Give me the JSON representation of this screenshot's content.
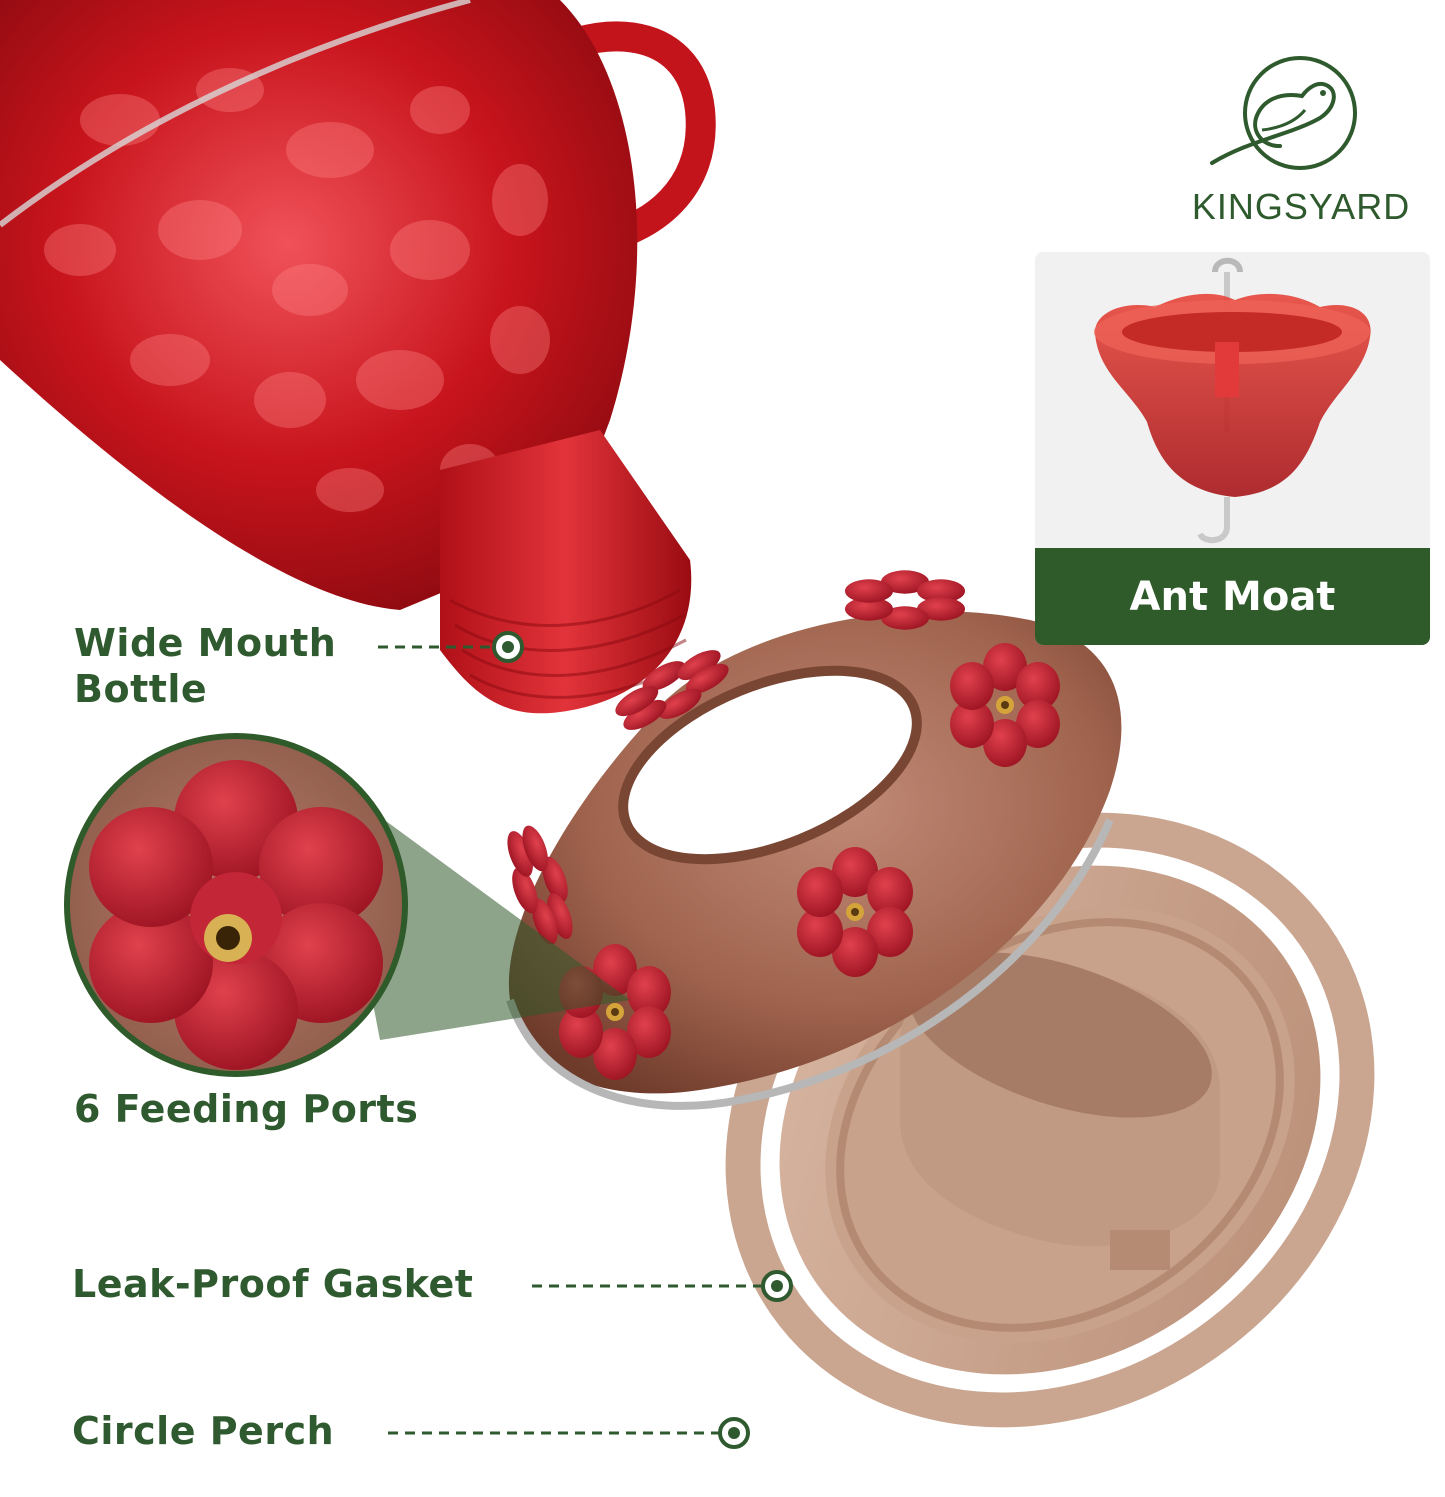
{
  "brand": {
    "name": "KINGSYARD",
    "logo_icon": "bird-icon",
    "color": "#2e5a2e"
  },
  "inset": {
    "caption": "Ant Moat",
    "banner_color": "#2f5a2a"
  },
  "callouts": {
    "bottle": [
      "Wide Mouth",
      "Bottle"
    ],
    "ports": "6 Feeding Ports",
    "gasket": "Leak-Proof Gasket",
    "perch": "Circle Perch"
  },
  "colors": {
    "label_green": "#2f5a2f",
    "bottle_red": "#c8141c",
    "base_copper": "#a0644e",
    "gasket_tan": "#c9a48e"
  }
}
